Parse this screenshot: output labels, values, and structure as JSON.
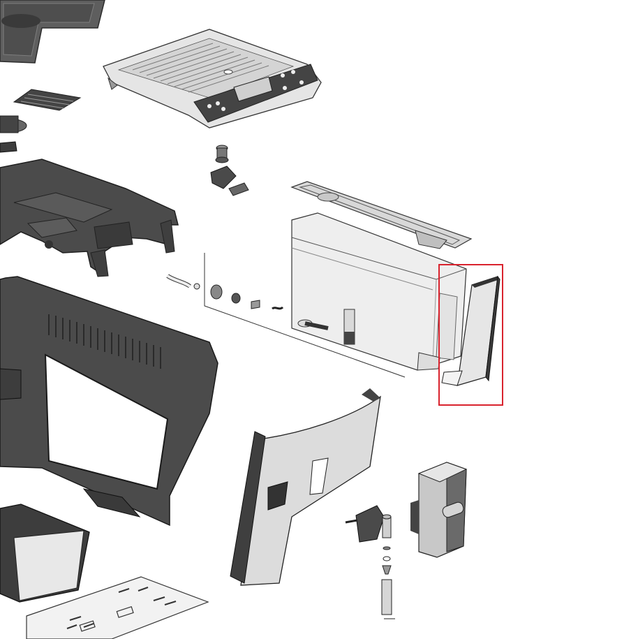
{
  "diagram": {
    "background": "#ffffff",
    "colors": {
      "dark_part": "#4a4a4a",
      "dark_part_edge": "#2a2a2a",
      "light_part": "#e6e6e6",
      "mid_part": "#bfbfbf",
      "transparent_tank": "#eeeeee",
      "outline": "#333333",
      "highlight": "#d9232e"
    },
    "highlighted_part": "water-tank-side-cover",
    "parts": [
      {
        "id": "drip-grid-top-left",
        "icon": "tray-grid"
      },
      {
        "id": "cup-warmer-grille",
        "icon": "grille"
      },
      {
        "id": "spout-assembly",
        "icon": "spout"
      },
      {
        "id": "internal-frame",
        "icon": "frame"
      },
      {
        "id": "top-cover-control-panel",
        "icon": "control-panel"
      },
      {
        "id": "knob-valve-assembly",
        "icon": "valve"
      },
      {
        "id": "tank-lid",
        "icon": "lid"
      },
      {
        "id": "water-tank",
        "icon": "tank"
      },
      {
        "id": "water-tank-side-cover",
        "icon": "side-cover"
      },
      {
        "id": "small-fittings-set",
        "icon": "fittings"
      },
      {
        "id": "side-panel",
        "icon": "panel"
      },
      {
        "id": "front-door",
        "icon": "door"
      },
      {
        "id": "dispenser-connector",
        "icon": "connector"
      },
      {
        "id": "steam-nozzle",
        "icon": "nozzle"
      },
      {
        "id": "brew-unit",
        "icon": "brew-unit"
      },
      {
        "id": "grounds-drawer",
        "icon": "drawer"
      },
      {
        "id": "drip-tray-grid",
        "icon": "tray-grid"
      }
    ]
  }
}
